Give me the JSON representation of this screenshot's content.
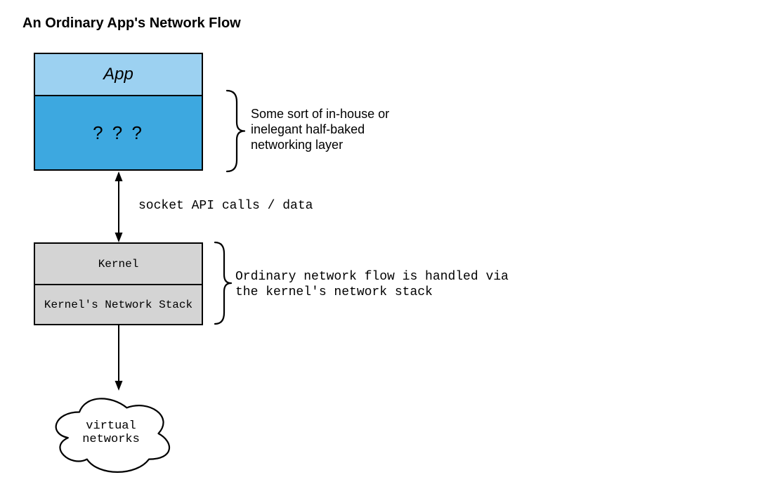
{
  "title": "An Ordinary App's Network Flow",
  "colors": {
    "background": "#FFFFFF",
    "app_fill": "#9CD1F1",
    "mystery_fill": "#3DA8E0",
    "kernel_fill": "#D4D4D4",
    "stroke": "#000000"
  },
  "app_stack": {
    "app_label": "App",
    "mystery_label": "? ? ?"
  },
  "app_annotation": {
    "lines": [
      "Some sort of in-house or",
      "inelegant half-baked",
      "networking layer"
    ]
  },
  "socket_arrow": {
    "label": "socket API calls / data"
  },
  "kernel_stack": {
    "kernel_label": "Kernel",
    "network_stack_label": "Kernel's Network Stack"
  },
  "kernel_annotation": {
    "lines": [
      "Ordinary network flow is handled via",
      "the kernel's network stack"
    ]
  },
  "cloud": {
    "lines": [
      "virtual",
      "networks"
    ]
  }
}
